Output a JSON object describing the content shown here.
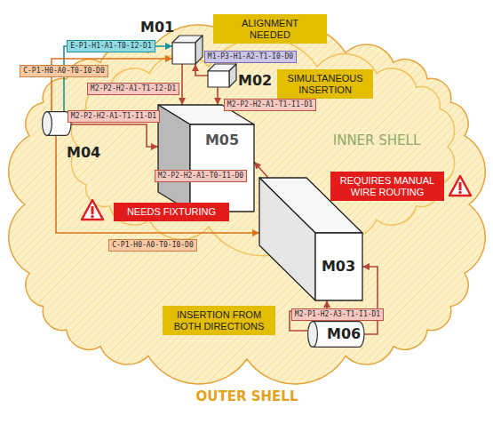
{
  "diagram": {
    "nodes": [
      {
        "text": [
          "OUTER SHELL"
        ]
      },
      {
        "text": [
          "INNER SHELL"
        ],
        "in": 0
      },
      {
        "text": [
          "M01"
        ],
        "in": 1
      },
      {
        "text": [
          "ALIGNMENT NEEDED"
        ]
      },
      {
        "text": [
          "M02"
        ],
        "in": 1
      },
      {
        "text": [
          "SIMULTANEOUS INSERTION"
        ],
        "in": 1
      },
      {
        "text": [
          "M04"
        ],
        "in": 0
      },
      {
        "text": [
          "M05"
        ],
        "in": 1
      },
      {
        "text": [
          "REQUIRES MANUAL WIRE ROUTING"
        ],
        "in": 1
      },
      {
        "text": [
          "NEEDS FIXTURING"
        ],
        "in": 1
      },
      {
        "text": [
          "M03"
        ],
        "in": 0
      },
      {
        "text": [
          "INSERTION FROM BOTH DIRECTIONS"
        ],
        "in": 0
      },
      {
        "text": [
          "M06"
        ],
        "in": 0
      }
    ],
    "edges": [
      {
        "from": 6,
        "to": 2,
        "arrow": "to",
        "label": "E-P1-H1-A1-T0-I2-D1"
      },
      {
        "from": 6,
        "to": 2,
        "arrow": "to",
        "label": "C-P1-H0-A0-T0-I0-D0"
      },
      {
        "from": 4,
        "to": 2,
        "arrow": "to",
        "label": "M1-P3-H1-A2-T1-I0-D0"
      },
      {
        "from": 2,
        "to": 7,
        "arrow": "to",
        "label": "M2-P2-H2-A1-T1-I2-D1"
      },
      {
        "from": 4,
        "to": 7,
        "arrow": "to",
        "label": "M2-P2-H2-A1-T1-I1-D1"
      },
      {
        "from": 6,
        "to": 7,
        "arrow": "to",
        "label": "M2-P2-H2-A1-T1-I1-D1"
      },
      {
        "from": 10,
        "to": 7,
        "arrow": "to",
        "label": "M2-P2-H2-A1-T0-I1-D0"
      },
      {
        "from": 6,
        "to": 10,
        "arrow": "to",
        "label": "C-P1-H0-A0-T0-I0-D0"
      },
      {
        "from": 12,
        "to": 10,
        "arrow": "to",
        "label": "M2-P1-H2-A3-T1-I1-D1"
      },
      {
        "from": 12,
        "to": 10,
        "arrow": "to"
      }
    ]
  }
}
